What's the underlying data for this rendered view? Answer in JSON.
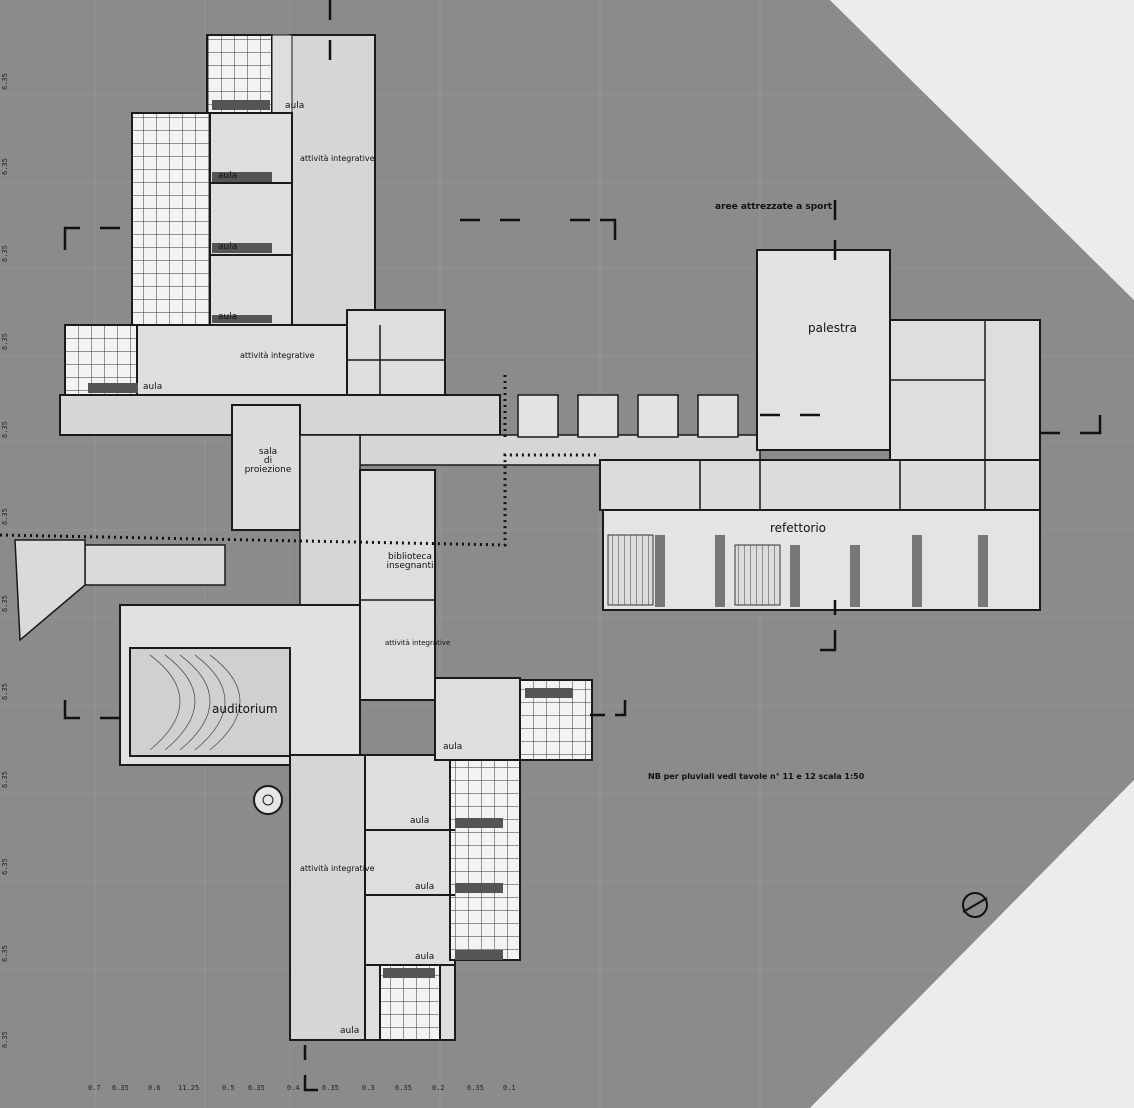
{
  "rooms": {
    "aula": "aula",
    "attivita_integrative": "attività integrative",
    "sala_di_proiezione": [
      "sala",
      "di",
      "proiezione"
    ],
    "biblioteca_insegnanti": [
      "biblioteca",
      "insegnanti"
    ],
    "auditorium": "auditorium",
    "palestra": "palestra",
    "refettorio": "refettorio"
  },
  "notes": {
    "aree_attrezzate": "aree attrezzate a sport",
    "pluviali": "NB per pluviali vedi tavole n° 11 e 12 scala 1:50",
    "north_symbol": "⊖"
  },
  "dimensions": {
    "left_module": "6.35",
    "bottom_row": [
      "0.7",
      "6.35",
      "0.6",
      "11.25",
      "0.5",
      "6.35",
      "0.4",
      "6.35",
      "0.3",
      "6.35",
      "0.2",
      "6.35",
      "0.1"
    ]
  },
  "colors": {
    "ground": "#8a8a8a",
    "paper": "#e9e9e9",
    "floor": "#d2d2d2",
    "wall": "#1a1a1a"
  }
}
